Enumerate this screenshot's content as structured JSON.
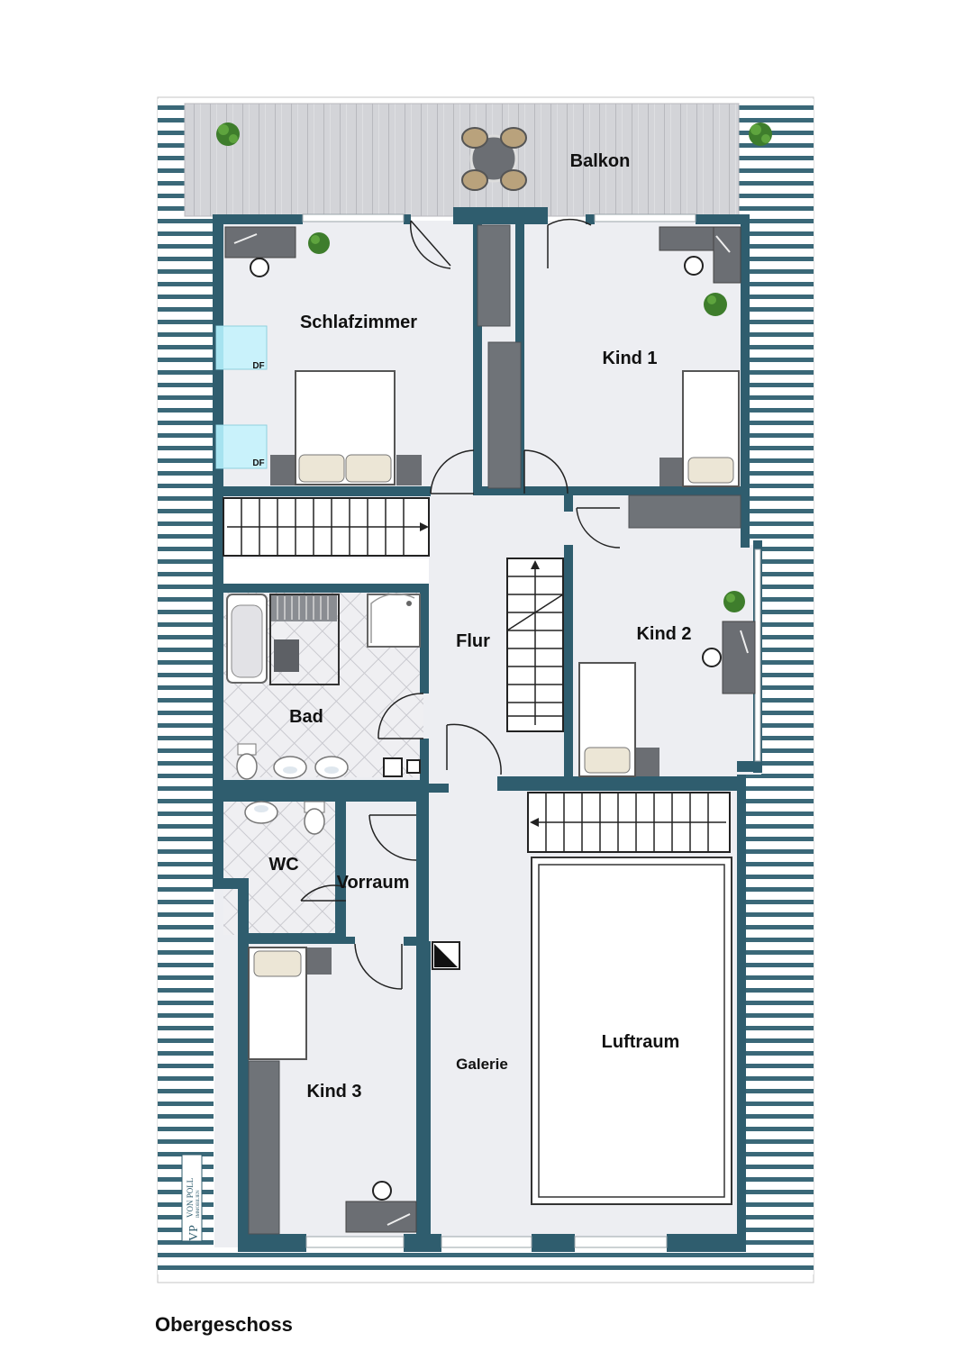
{
  "floor_name": "Obergeschoss",
  "rooms": {
    "balkon": "Balkon",
    "schlafzimmer": "Schlafzimmer",
    "kind1": "Kind 1",
    "kind2": "Kind 2",
    "kind3": "Kind 3",
    "flur": "Flur",
    "bad": "Bad",
    "wc": "WC",
    "vorraum": "Vorraum",
    "galerie": "Galerie",
    "luftraum": "Luftraum"
  },
  "skylight_label": "DF",
  "logo": {
    "mark": "VP",
    "name": "VON POLL",
    "sub": "IMMOBILIEN"
  },
  "colors": {
    "wall": "#2f5d6e",
    "floor": "#edeef2",
    "roof_stripe": "#3a6878",
    "deck": "#cfd0d4",
    "tile": "#e9e9ec",
    "furniture": "#5f6368",
    "plant": "#3e7d2c"
  }
}
